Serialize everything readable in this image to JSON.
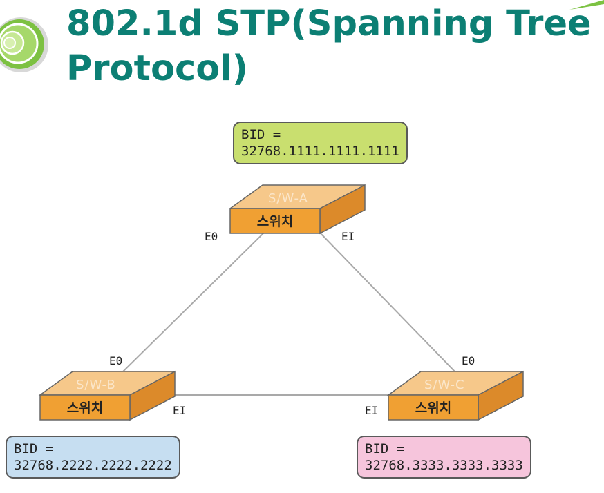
{
  "title": {
    "line1": "802.1d STP(Spanning Tree",
    "line2": "Protocol)"
  },
  "colors": {
    "title": "#0c7f74",
    "switch_top": "#f6c88a",
    "switch_front": "#f0a033",
    "switch_side": "#dc8a2a",
    "bid_a": "#c9df6f",
    "bid_b": "#c6def1",
    "bid_c": "#f6c5dc"
  },
  "switches": {
    "a": {
      "name": "S/W-A",
      "label": "스위치"
    },
    "b": {
      "name": "S/W-B",
      "label": "스위치"
    },
    "c": {
      "name": "S/W-C",
      "label": "스위치"
    }
  },
  "ports": {
    "a_e0": "E0",
    "a_e1": "EI",
    "b_e0": "E0",
    "b_e1": "EI",
    "c_e0": "E0",
    "c_e1": "EI"
  },
  "bids": {
    "a": {
      "label": "BID =",
      "value": "32768.1111.1111.1111"
    },
    "b": {
      "label": "BID =",
      "value": "32768.2222.2222.2222"
    },
    "c": {
      "label": "BID =",
      "value": "32768.3333.3333.3333"
    }
  },
  "icons": {
    "logo": "green-circle-logo-icon",
    "corner": "green-corner-decoration"
  }
}
